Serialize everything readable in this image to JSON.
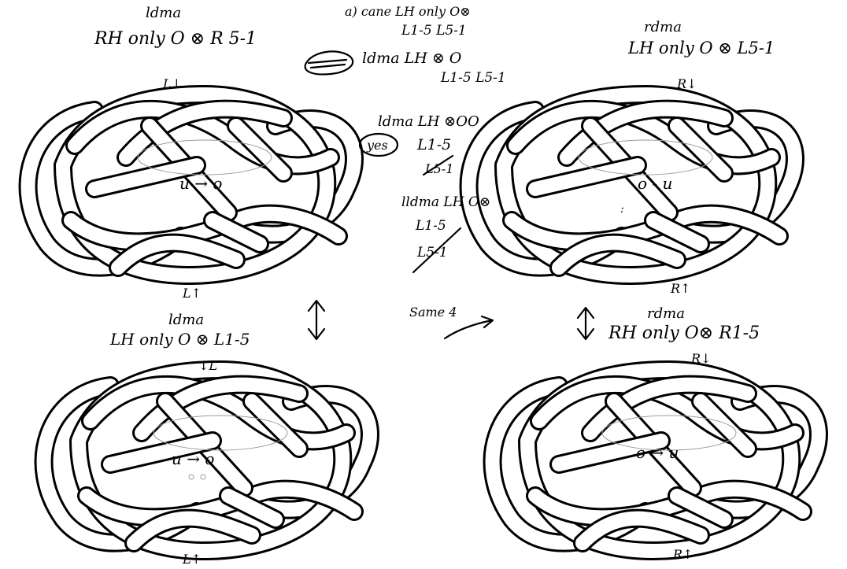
{
  "notes": {
    "top_left_header": "ldma",
    "top_left_label": "RH only O ⊗ R 5-1",
    "top_mid_1": "a) cane LH only O⊗",
    "top_mid_1b": "L1-5  L5-1",
    "top_mid_2": "ldma LH ⊗ O",
    "top_mid_2b": "L1-5  L5-1",
    "mid_1": "ldma LH ⊗OO",
    "mid_yes": "yes",
    "mid_1b": "L1-5",
    "mid_1c": "L5-1",
    "mid_2": "lldma LH O⊗",
    "mid_2b": "L1-5",
    "mid_2c": "L5-1",
    "top_right_header": "rdma",
    "top_right_label": "LH only O ⊗ L5-1",
    "same": "Same 4",
    "bottom_left_header": "ldma",
    "bottom_left_label": "LH only O ⊗ L1-5",
    "bottom_right_header": "rdma",
    "bottom_right_label": "RH only O⊗ R1-5"
  },
  "knots": [
    {
      "id": "tl",
      "center_text": "u → o",
      "top_mark": "L↓",
      "bottom_mark": "L↑"
    },
    {
      "id": "tr",
      "center_text": "o - u",
      "top_mark": "R↓",
      "bottom_mark": "R↑"
    },
    {
      "id": "bl",
      "center_text": "u → o",
      "top_mark": "↓L",
      "bottom_mark": "L↑"
    },
    {
      "id": "br",
      "center_text": "o → u",
      "top_mark": "R↓",
      "bottom_mark": "R↑"
    }
  ]
}
